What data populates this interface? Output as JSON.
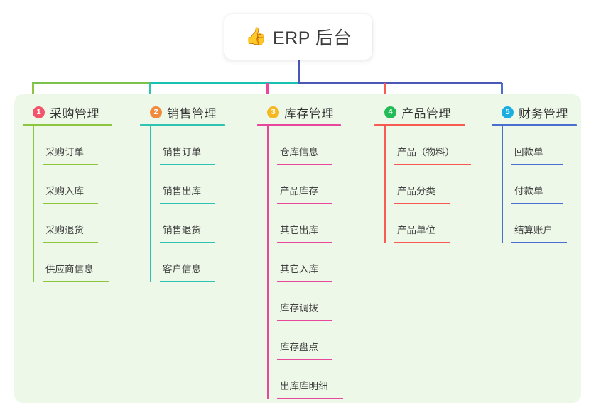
{
  "root": {
    "icon": "thumbs-up-icon",
    "icon_glyph": "👍",
    "title": "ERP 后台"
  },
  "panel": {
    "background": "#eef8e9"
  },
  "connector": {
    "trunk_color": "#4a56b8",
    "bus_segments": [
      {
        "color": "#7cc04e"
      },
      {
        "color": "#19c1b0"
      },
      {
        "color": "#4a56b8"
      }
    ]
  },
  "branches": [
    {
      "number": "1",
      "title": "采购管理",
      "badge_color": "#f2546b",
      "line_color": "#8cc63f",
      "items": [
        {
          "label": "采购订单"
        },
        {
          "label": "采购入库"
        },
        {
          "label": "采购退货"
        },
        {
          "label": "供应商信息"
        }
      ]
    },
    {
      "number": "2",
      "title": "销售管理",
      "badge_color": "#f08a3c",
      "line_color": "#2fc4b2",
      "items": [
        {
          "label": "销售订单"
        },
        {
          "label": "销售出库"
        },
        {
          "label": "销售退货"
        },
        {
          "label": "客户信息"
        }
      ]
    },
    {
      "number": "3",
      "title": "库存管理",
      "badge_color": "#f5b820",
      "line_color": "#e8479b",
      "items": [
        {
          "label": "仓库信息"
        },
        {
          "label": "产品库存"
        },
        {
          "label": "其它出库"
        },
        {
          "label": "其它入库"
        },
        {
          "label": "库存调拨"
        },
        {
          "label": "库存盘点"
        },
        {
          "label": "出库库明细"
        }
      ]
    },
    {
      "number": "4",
      "title": "产品管理",
      "badge_color": "#22bb55",
      "line_color": "#f75b52",
      "items": [
        {
          "label": "产品（物料）"
        },
        {
          "label": "产品分类"
        },
        {
          "label": "产品单位"
        }
      ]
    },
    {
      "number": "5",
      "title": "财务管理",
      "badge_color": "#1aaee0",
      "line_color": "#4a6fd0",
      "items": [
        {
          "label": "回款单"
        },
        {
          "label": "付款单"
        },
        {
          "label": "结算账户"
        }
      ]
    }
  ]
}
